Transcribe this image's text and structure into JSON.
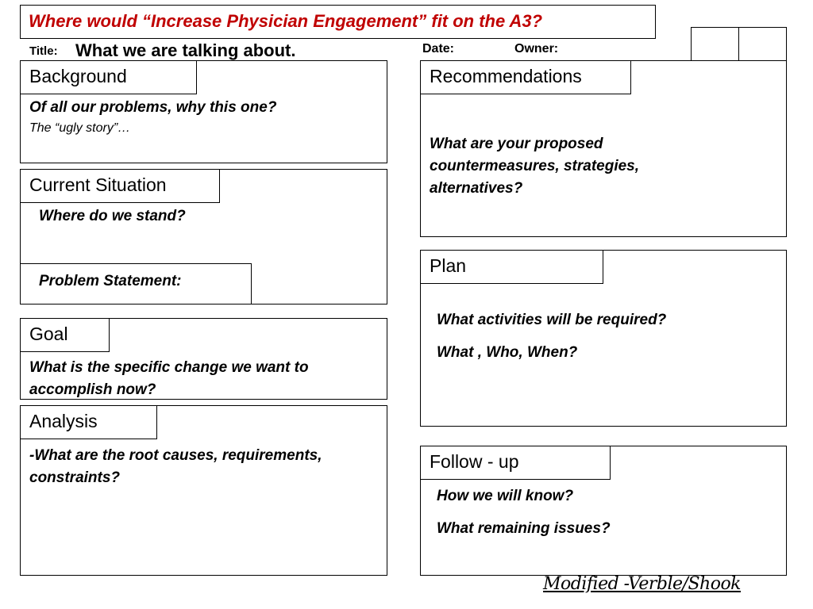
{
  "header": {
    "question": "Where would “Increase Physician Engagement” fit on the A3?",
    "title_label": "Title:",
    "title_text": "What we are talking about.",
    "date_label": "Date:",
    "owner_label": "Owner:"
  },
  "sections": {
    "background": {
      "heading": "Background",
      "question": "Of all our problems, why this one?",
      "note": "The “ugly story”…"
    },
    "current_situation": {
      "heading": "Current Situation",
      "question": "Where do we stand?",
      "problem_statement": "Problem Statement:"
    },
    "goal": {
      "heading": "Goal",
      "question": "What is the specific change we want to accomplish now?"
    },
    "analysis": {
      "heading": "Analysis",
      "question": "-What are the root causes, requirements, constraints?"
    },
    "recommendations": {
      "heading": "Recommendations",
      "question": "What are your proposed countermeasures, strategies, alternatives?"
    },
    "plan": {
      "heading": "Plan",
      "question_1": "What activities will be required?",
      "question_2": "What , Who, When?"
    },
    "follow_up": {
      "heading": "Follow - up",
      "question_1": "How we will know?",
      "question_2": "What remaining issues?"
    }
  },
  "footer": {
    "credit": "Modified -Verble/Shook"
  },
  "colors": {
    "question_text": "#c00000",
    "border": "#000000"
  }
}
